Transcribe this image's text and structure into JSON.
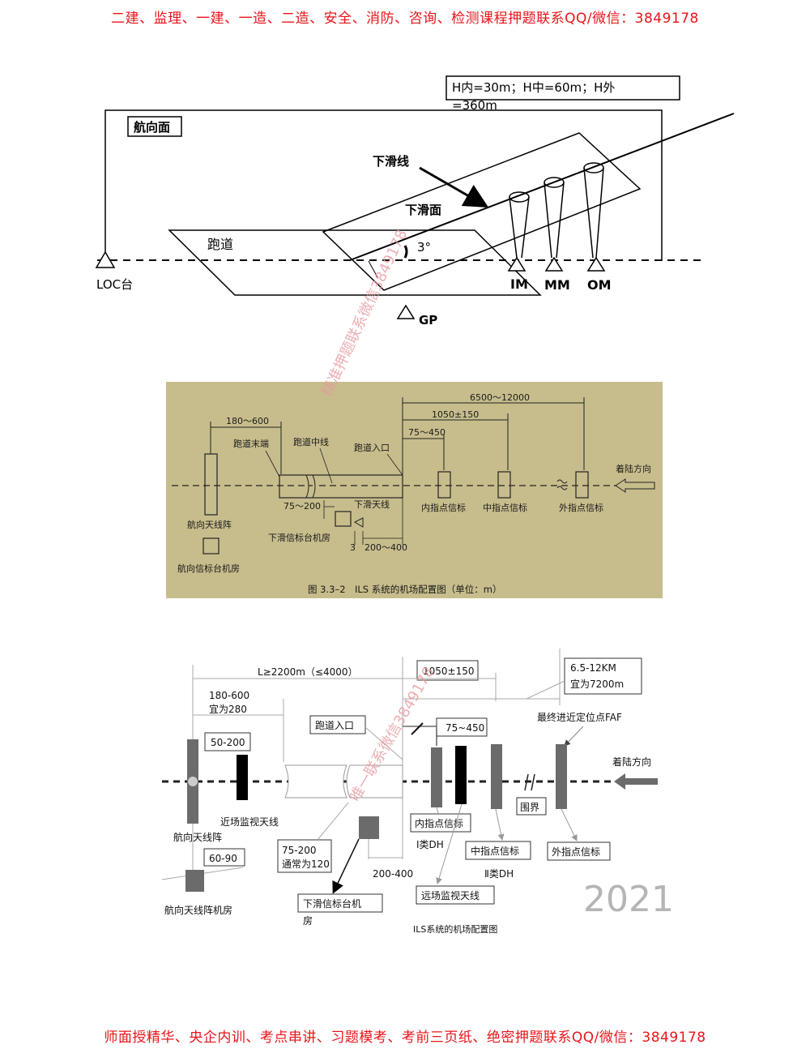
{
  "banners": {
    "top": "二建、监理、一建、一造、二造、安全、消防、咨询、检测课程押题联系QQ/微信：3849178",
    "bottom": "师面授精华、央企内训、考点串讲、习题模考、考前三页纸、绝密押题联系QQ/微信：3849178"
  },
  "watermark": {
    "upper": "精准押题联系微信3849178",
    "lower": "唯一联系微信3849178"
  },
  "fig1": {
    "heights": "H内=30m；H中=60m；H外=360m",
    "heights_l1": "H内=30m；H中=60m；H外",
    "heights_l2": "=360m",
    "course_plane": "航向面",
    "glide_line": "下滑线",
    "glide_plane": "下滑面",
    "runway": "跑道",
    "angle": "3°",
    "loc": "LOC台",
    "gp": "GP",
    "im": "IM",
    "mm": "MM",
    "om": "OM"
  },
  "fig2": {
    "d_180_600": "180～600",
    "d_6500_12000": "6500～12000",
    "d_1050": "1050±150",
    "d_75_450": "75～450",
    "runway_end": "跑道末端",
    "runway_centerline": "跑道中线",
    "runway_threshold": "跑道入口",
    "landing_dir": "着陆方向",
    "d_75_200": "75～200",
    "glide_antenna": "下滑天线",
    "loc_array": "航向天线阵",
    "inner_marker": "内指点信标",
    "middle_marker": "中指点信标",
    "outer_marker": "外指点信标",
    "glide_room": "下滑信标台机房",
    "d_3": "3",
    "d_200_400": "200～400",
    "loc_room": "航向信标台机房",
    "caption": "图 3.3–2　ILS 系统的机场配置图（单位：m）"
  },
  "fig3": {
    "L": "L≥2200m（≤4000）",
    "d_1050": "1050±150",
    "d_6_5_12km_l1": "6.5-12KM",
    "d_6_5_12km_l2": "宜为7200m",
    "d_180_600_l1": "180-600",
    "d_180_600_l2": "宜为280",
    "faf": "最终进近定位点FAF",
    "runway_threshold": "跑道入口",
    "d_75_450": "75~450",
    "d_50_200": "50-200",
    "landing_dir": "着陆方向",
    "near_monitor": "近场监视天线",
    "loc_array": "航向天线阵",
    "boundary": "围界",
    "inner_marker": "内指点信标",
    "middle_marker": "中指点信标",
    "outer_marker": "外指点信标",
    "cat1": "Ⅰ类DH",
    "cat2": "Ⅱ类DH",
    "d_75_200_l1": "75-200",
    "d_75_200_l2": "通常为120",
    "d_60_90": "60-90",
    "d_200_400": "200-400",
    "far_monitor": "远场监视天线",
    "glide_room_l1": "下滑信标台机",
    "glide_room_l2": "房",
    "loc_room": "航向天线阵机房",
    "caption": "ILS系统的机场配置图",
    "year": "2021"
  }
}
